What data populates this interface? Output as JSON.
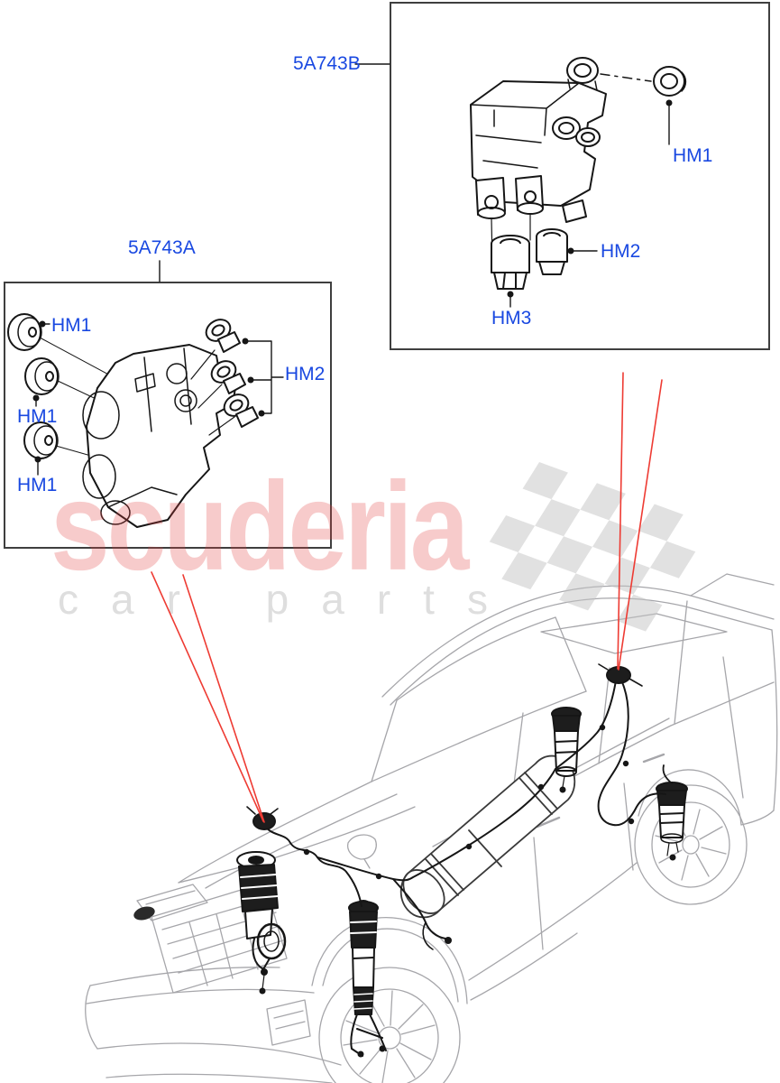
{
  "watermark": {
    "brand": "scuderia",
    "tagline": "car parts"
  },
  "panels": {
    "b": {
      "part_label": "5A743B",
      "callout_hm1": "HM1",
      "callout_hm2": "HM2",
      "callout_hm3": "HM3"
    },
    "a": {
      "part_label": "5A743A",
      "callout_hm1_1": "HM1",
      "callout_hm1_2": "HM1",
      "callout_hm1_3": "HM1",
      "callout_hm2": "HM2"
    }
  },
  "colors": {
    "label_blue": "#1948e1",
    "leader_red": "#ee3b33",
    "box_border": "#3f3f3f",
    "watermark_pink": "rgba(226,62,62,0.27)",
    "tagline_gray": "#dedede",
    "car_line_gray": "#a6a6aa",
    "part_line_dark": "#161616"
  }
}
